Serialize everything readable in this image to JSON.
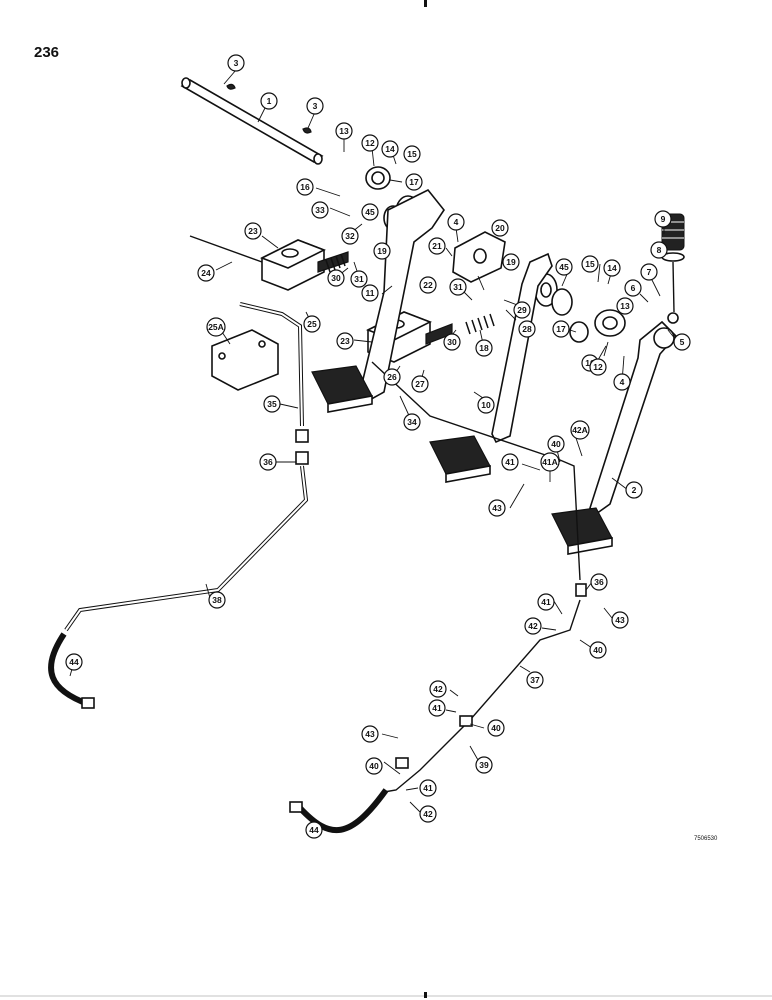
{
  "page": {
    "number": "236",
    "drawing_code": "7506530"
  },
  "callouts": [
    {
      "id": "c3a",
      "label": "3"
    },
    {
      "id": "c1",
      "label": "1"
    },
    {
      "id": "c3b",
      "label": "3"
    },
    {
      "id": "c13a",
      "label": "13"
    },
    {
      "id": "c12a",
      "label": "12"
    },
    {
      "id": "c14a",
      "label": "14"
    },
    {
      "id": "c15a",
      "label": "15"
    },
    {
      "id": "c17a",
      "label": "17"
    },
    {
      "id": "c16a",
      "label": "16"
    },
    {
      "id": "c33",
      "label": "33"
    },
    {
      "id": "c45a",
      "label": "45"
    },
    {
      "id": "c32",
      "label": "32"
    },
    {
      "id": "c23a",
      "label": "23"
    },
    {
      "id": "c24",
      "label": "24"
    },
    {
      "id": "c30a",
      "label": "30"
    },
    {
      "id": "c31a",
      "label": "31"
    },
    {
      "id": "c19a",
      "label": "19"
    },
    {
      "id": "c21",
      "label": "21"
    },
    {
      "id": "c4a",
      "label": "4"
    },
    {
      "id": "c20",
      "label": "20"
    },
    {
      "id": "c22",
      "label": "22"
    },
    {
      "id": "c19b",
      "label": "19"
    },
    {
      "id": "c11",
      "label": "11"
    },
    {
      "id": "c25",
      "label": "25"
    },
    {
      "id": "c31b",
      "label": "31"
    },
    {
      "id": "c29",
      "label": "29"
    },
    {
      "id": "c28",
      "label": "28"
    },
    {
      "id": "c45b",
      "label": "45"
    },
    {
      "id": "c15b",
      "label": "15"
    },
    {
      "id": "c14b",
      "label": "14"
    },
    {
      "id": "c9",
      "label": "9"
    },
    {
      "id": "c8",
      "label": "8"
    },
    {
      "id": "c7",
      "label": "7"
    },
    {
      "id": "c6",
      "label": "6"
    },
    {
      "id": "c13b",
      "label": "13"
    },
    {
      "id": "c17b",
      "label": "17"
    },
    {
      "id": "c5",
      "label": "5"
    },
    {
      "id": "c25a",
      "label": "25A"
    },
    {
      "id": "c23b",
      "label": "23"
    },
    {
      "id": "c30b",
      "label": "30"
    },
    {
      "id": "c18",
      "label": "18"
    },
    {
      "id": "c16b",
      "label": "16"
    },
    {
      "id": "c12b",
      "label": "12"
    },
    {
      "id": "c4b",
      "label": "4"
    },
    {
      "id": "c26",
      "label": "26"
    },
    {
      "id": "c27",
      "label": "27"
    },
    {
      "id": "c35",
      "label": "35"
    },
    {
      "id": "c34",
      "label": "34"
    },
    {
      "id": "c10",
      "label": "10"
    },
    {
      "id": "c42a",
      "label": "42A"
    },
    {
      "id": "c40a",
      "label": "40"
    },
    {
      "id": "c36a",
      "label": "36"
    },
    {
      "id": "c41a",
      "label": "41A"
    },
    {
      "id": "c41b",
      "label": "41"
    },
    {
      "id": "c2",
      "label": "2"
    },
    {
      "id": "c43a",
      "label": "43"
    },
    {
      "id": "c38",
      "label": "38"
    },
    {
      "id": "c36b",
      "label": "36"
    },
    {
      "id": "c41c",
      "label": "41"
    },
    {
      "id": "c43b",
      "label": "43"
    },
    {
      "id": "c42b",
      "label": "42"
    },
    {
      "id": "c40b",
      "label": "40"
    },
    {
      "id": "c44a",
      "label": "44"
    },
    {
      "id": "c37",
      "label": "37"
    },
    {
      "id": "c42c",
      "label": "42"
    },
    {
      "id": "c41d",
      "label": "41"
    },
    {
      "id": "c40c",
      "label": "40"
    },
    {
      "id": "c43c",
      "label": "43"
    },
    {
      "id": "c39",
      "label": "39"
    },
    {
      "id": "c40d",
      "label": "40"
    },
    {
      "id": "c41e",
      "label": "41"
    },
    {
      "id": "c44b",
      "label": "44"
    },
    {
      "id": "c42d",
      "label": "42"
    }
  ]
}
